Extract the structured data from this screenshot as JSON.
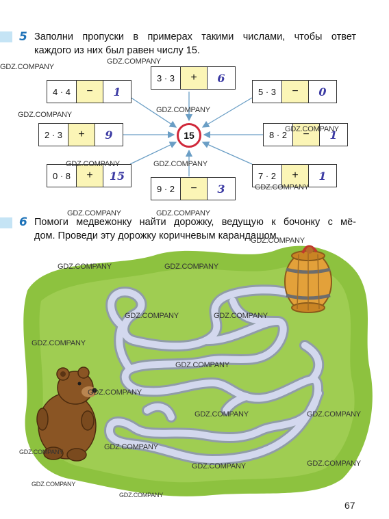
{
  "task5": {
    "number": "5",
    "line1": "Заполни пропуски в примерах такими числами, чтобы ответ",
    "line2": "каждого из них был равен числу 15."
  },
  "center_value": "15",
  "examples": [
    {
      "expr": "3 · 3",
      "op": "+",
      "answer": "6"
    },
    {
      "expr": "4 · 4",
      "op": "−",
      "answer": "1"
    },
    {
      "expr": "5 · 3",
      "op": "−",
      "answer": "0"
    },
    {
      "expr": "2 · 3",
      "op": "+",
      "answer": "9"
    },
    {
      "expr": "8 · 2",
      "op": "−",
      "answer": "1"
    },
    {
      "expr": "0 · 8",
      "op": "+",
      "answer": "15"
    },
    {
      "expr": "7 · 2",
      "op": "+",
      "answer": "1"
    },
    {
      "expr": "9 · 2",
      "op": "−",
      "answer": "3"
    }
  ],
  "task6": {
    "number": "6",
    "line1": "Помоги медвежонку найти дорожку, ведущую к бочонку с мё-",
    "line2": "дом. Проведи эту дорожку коричневым карандашом."
  },
  "watermarks": {
    "gdz": "GDZ.COMPANY"
  },
  "page_number": "67",
  "colors": {
    "accent_blue": "#1d72b8",
    "operator_fill": "#fbf5b6",
    "center_ring": "#d0283a",
    "answer_ink": "#3b3aa3",
    "grass": "#8dc23f",
    "path": "#c7cde6"
  }
}
